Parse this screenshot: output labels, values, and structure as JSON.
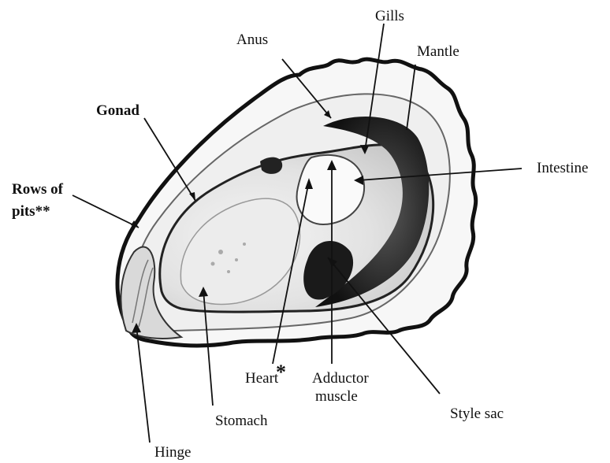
{
  "labels": {
    "gonad": "Gonad",
    "rows_of_pits_line1": "Rows of",
    "rows_of_pits_line2": "pits**",
    "anus": "Anus",
    "gills": "Gills",
    "mantle": "Mantle",
    "intestine": "Intestine",
    "heart": "Heart",
    "heart_mark": "*",
    "adductor_line1": "Adductor",
    "adductor_line2": "muscle",
    "style_sac": "Style sac",
    "stomach": "Stomach",
    "hinge": "Hinge"
  }
}
